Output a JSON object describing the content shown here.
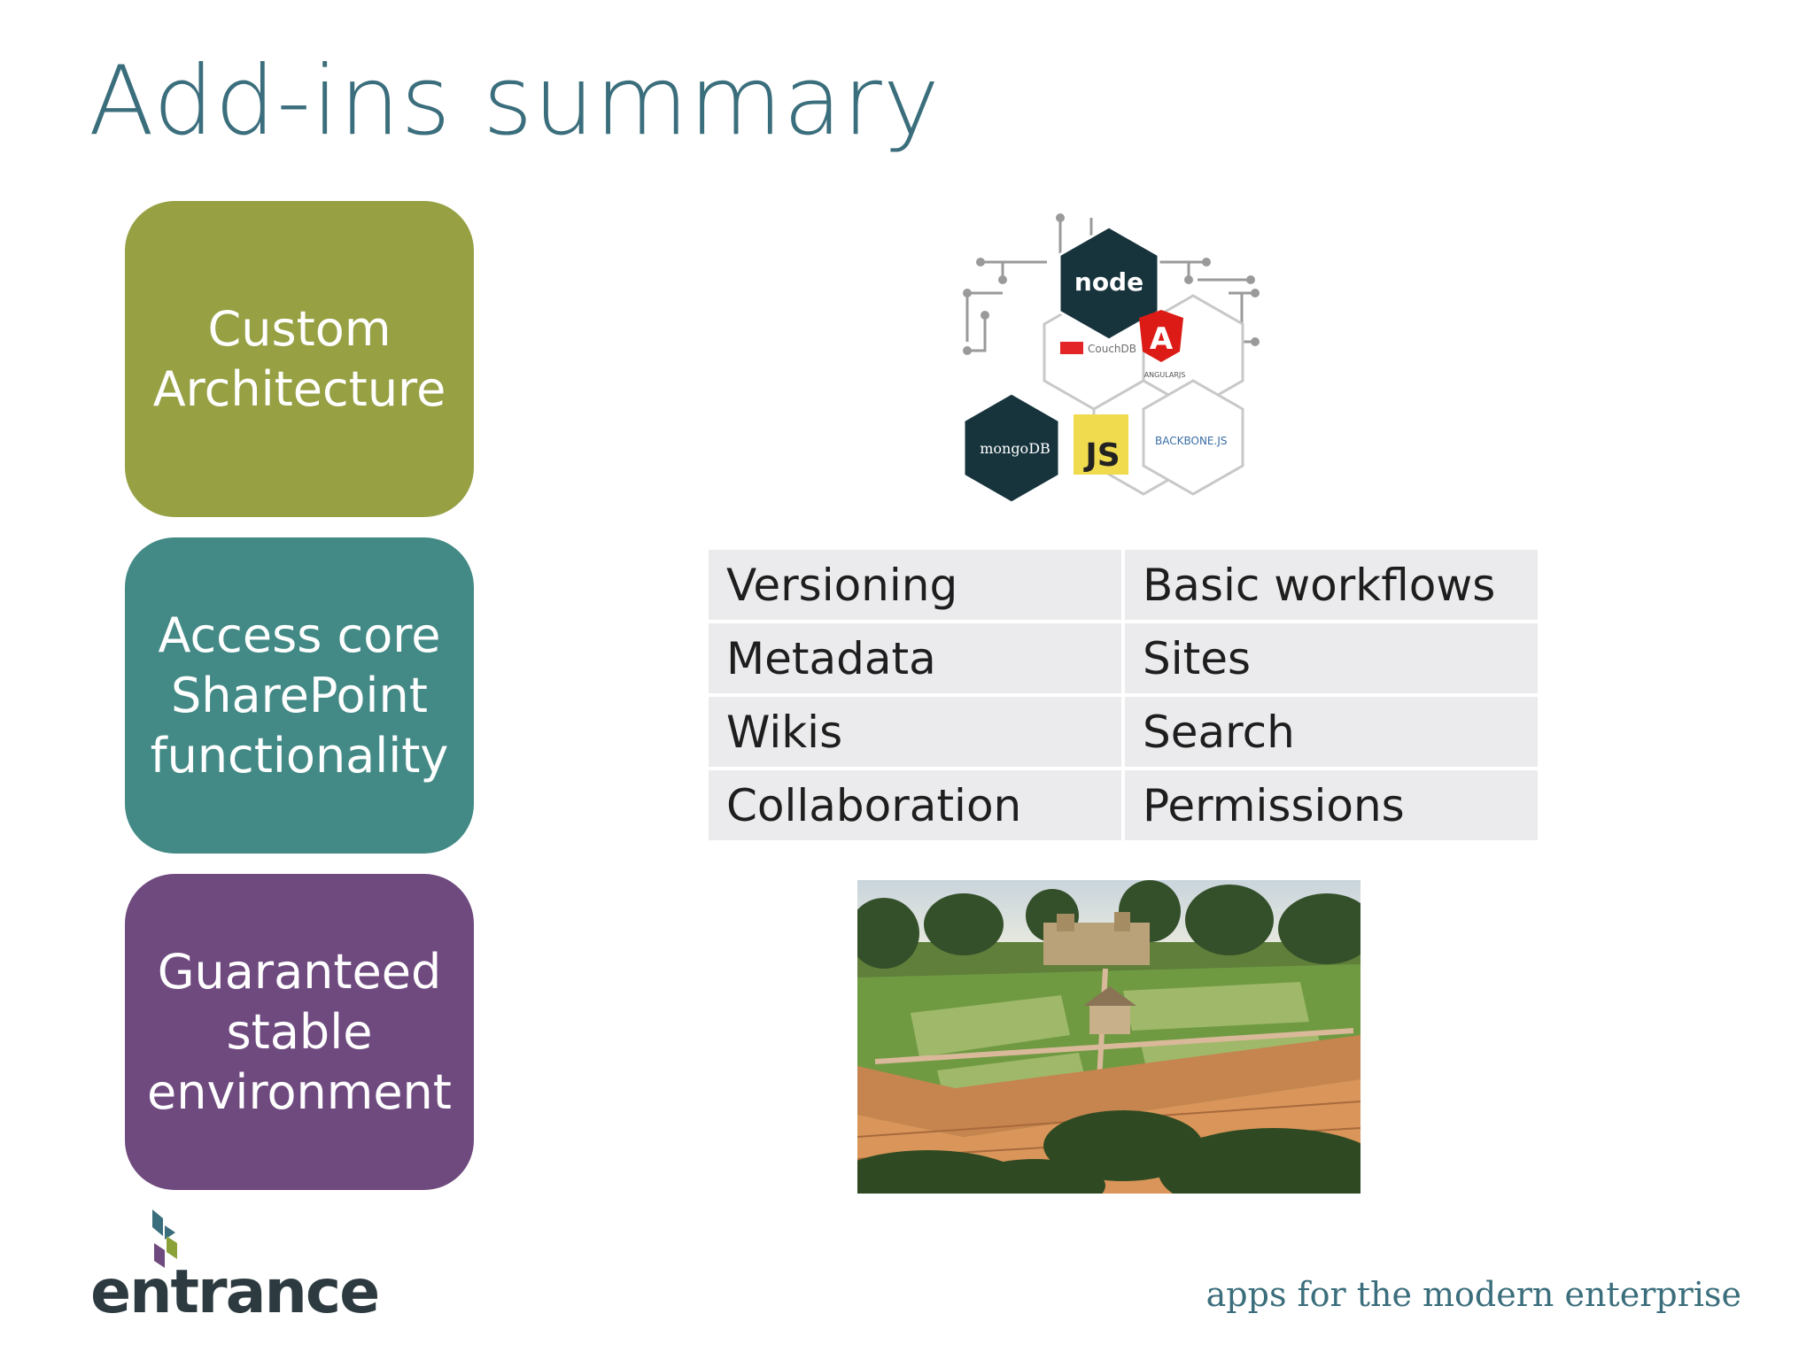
{
  "slide": {
    "title": "Add-ins summary"
  },
  "pillars": [
    {
      "lines": [
        "Custom",
        "Architecture"
      ],
      "color": "#97a043"
    },
    {
      "lines": [
        "Access core",
        "SharePoint",
        "functionality"
      ],
      "color": "#438a86"
    },
    {
      "lines": [
        "Guaranteed",
        "stable",
        "environment"
      ],
      "color": "#6f4a7f"
    }
  ],
  "tech_logos": {
    "node": "node",
    "couchdb": "CouchDB",
    "angular": "ANGULARJS",
    "mongodb": "mongoDB",
    "js": "JS",
    "backbone": "BACKBONE.JS"
  },
  "features": [
    [
      "Versioning",
      "Basic workflows"
    ],
    [
      "Metadata",
      "Sites"
    ],
    [
      "Wikis",
      "Search"
    ],
    [
      "Collaboration",
      "Permissions"
    ]
  ],
  "footer": {
    "brand": "entrance",
    "tagline": "apps for the modern enterprise"
  },
  "colors": {
    "title": "#3b6e7c",
    "table_cell": "#ebebed",
    "hex_dark": "#17343d",
    "js_yellow": "#f0db4f",
    "angular_red": "#dd1b16"
  }
}
